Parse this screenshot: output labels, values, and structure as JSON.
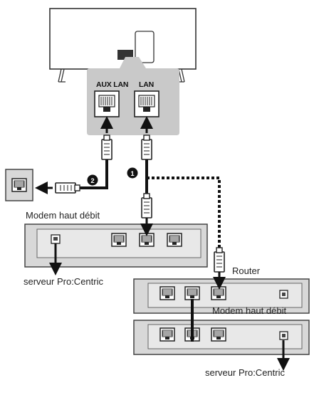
{
  "tv": {
    "port_labels": [
      "AUX LAN",
      "LAN"
    ]
  },
  "badges": [
    "2",
    "1"
  ],
  "labels": {
    "modem_top": "Modem haut débit",
    "router": "Router",
    "modem_bottom": "Modem haut débit",
    "server_left": "serveur Pro:Centric",
    "server_bottom": "serveur Pro:Centric"
  },
  "colors": {
    "device_fill": "#e3e3e3",
    "device_stroke": "#4a4a4a",
    "panel_fill": "#c9c9c9",
    "cable": "#111111"
  }
}
